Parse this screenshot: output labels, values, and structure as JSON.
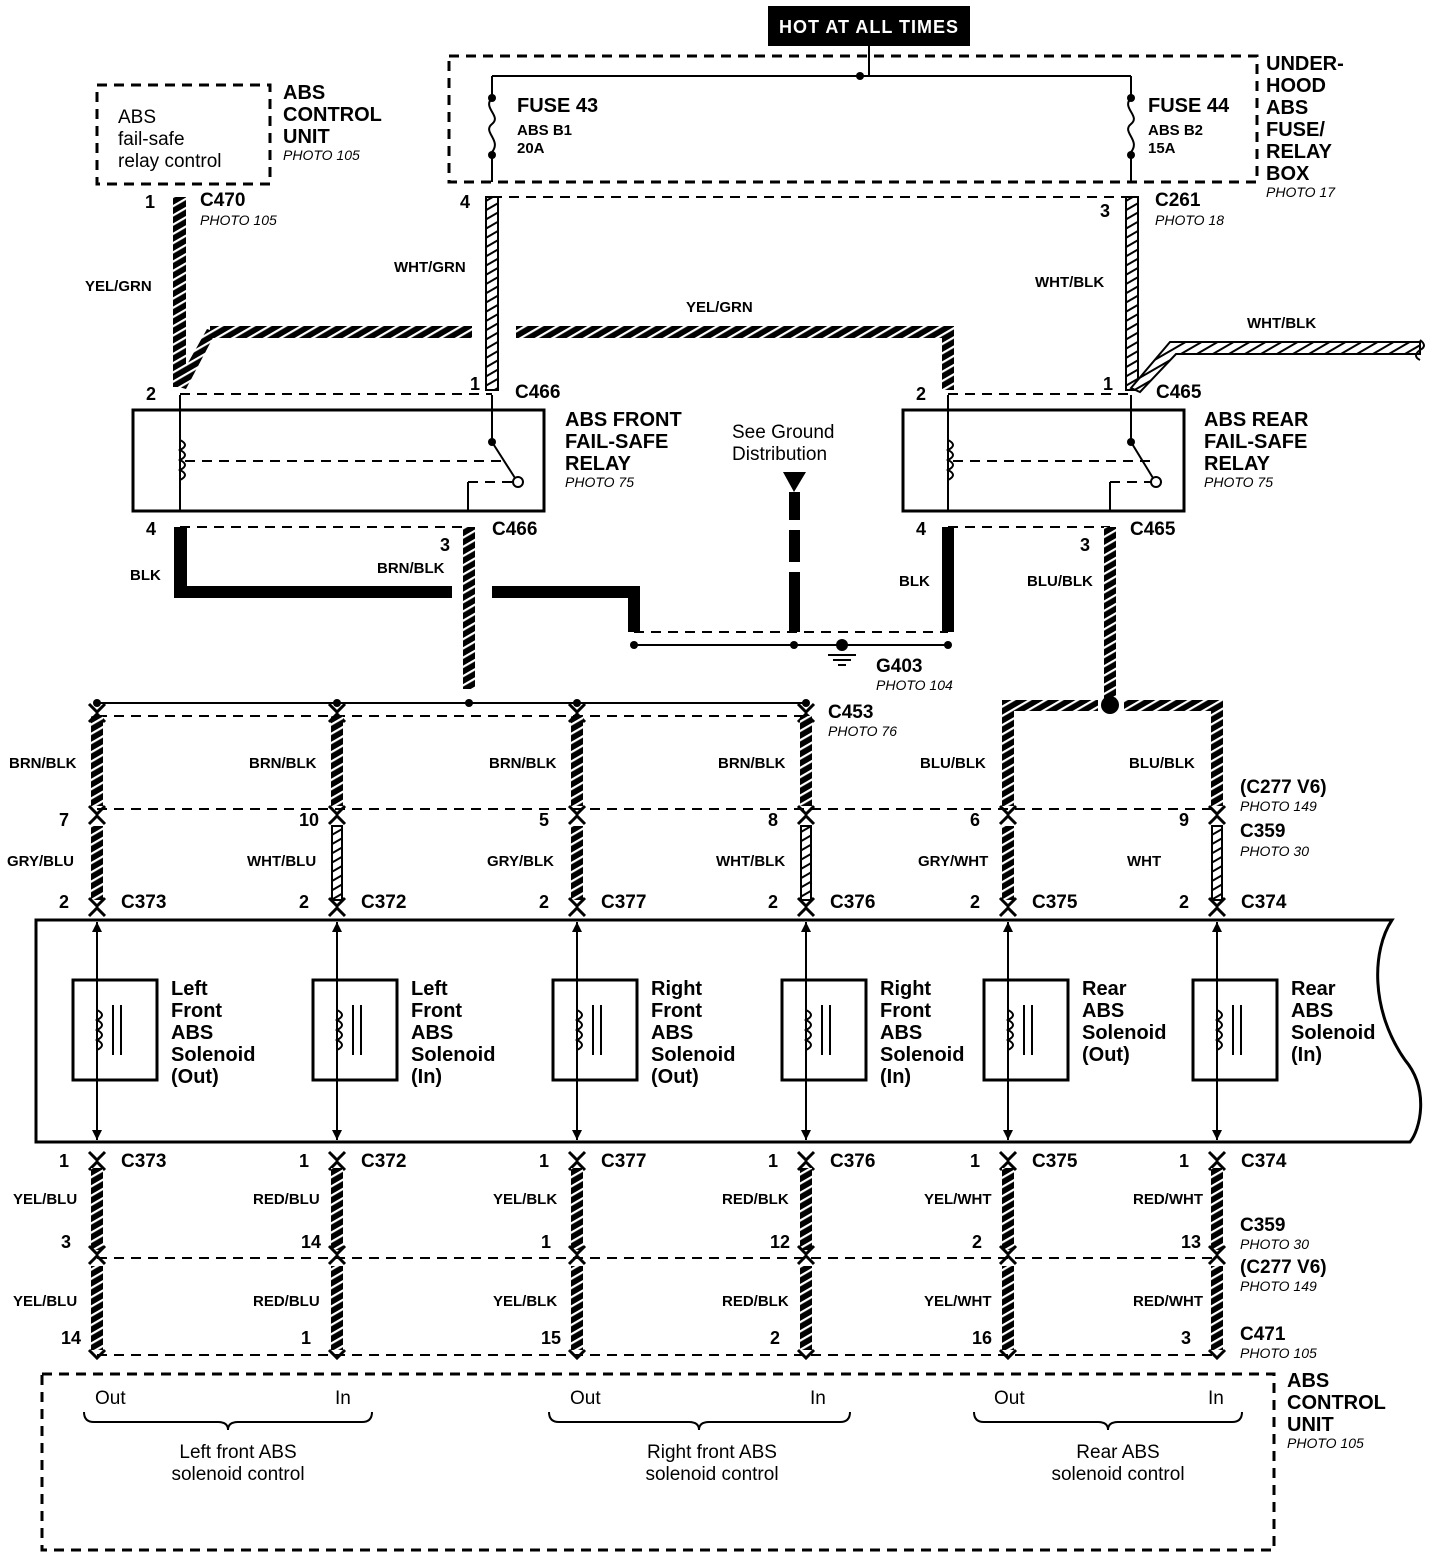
{
  "header": {
    "hot_label": "HOT AT ALL TIMES"
  },
  "fuse_box": {
    "title_lines": [
      "UNDER-",
      "HOOD",
      "ABS",
      "FUSE/",
      "RELAY",
      "BOX"
    ],
    "photo": "PHOTO 17",
    "fuse43": {
      "name": "FUSE 43",
      "circuit": "ABS B1",
      "rating": "20A"
    },
    "fuse44": {
      "name": "FUSE 44",
      "circuit": "ABS B2",
      "rating": "15A"
    }
  },
  "control_unit_top": {
    "inner_lines": [
      "ABS",
      "fail-safe",
      "relay control"
    ],
    "title_lines": [
      "ABS",
      "CONTROL",
      "UNIT"
    ],
    "photo": "PHOTO 105"
  },
  "connectors": {
    "c470": {
      "name": "C470",
      "photo": "PHOTO 105",
      "pin": "1"
    },
    "c261": {
      "name": "C261",
      "photo": "PHOTO 18",
      "pin_left": "4",
      "pin_right": "3"
    },
    "c466_top": {
      "name": "C466",
      "pin_left": "2",
      "pin_right": "1"
    },
    "c465_top": {
      "name": "C465",
      "pin_left": "2",
      "pin_right": "1"
    },
    "c466_bot": {
      "name": "C466",
      "pin_left": "4",
      "pin_right": "3"
    },
    "c465_bot": {
      "name": "C465",
      "pin_left": "4",
      "pin_right": "3"
    },
    "c453": {
      "name": "C453",
      "photo": "PHOTO 76"
    },
    "c277": {
      "name": "(C277 V6)",
      "photo": "PHOTO 149"
    },
    "c359": {
      "name": "C359",
      "photo": "PHOTO 30"
    },
    "c471": {
      "name": "C471",
      "photo": "PHOTO 105"
    }
  },
  "wires_top": {
    "c470_wire": "YEL/GRN",
    "fuse43_wire": "WHT/GRN",
    "cross_wire": "YEL/GRN",
    "fuse44_wire": "WHT/BLK",
    "branch_wire": "WHT/BLK",
    "front_gnd": "BLK",
    "front_out": "BRN/BLK",
    "rear_gnd": "BLK",
    "rear_out": "BLU/BLK"
  },
  "relays": {
    "front": {
      "lines": [
        "ABS FRONT",
        "FAIL-SAFE",
        "RELAY"
      ],
      "photo": "PHOTO 75"
    },
    "rear": {
      "lines": [
        "ABS REAR",
        "FAIL-SAFE",
        "RELAY"
      ],
      "photo": "PHOTO 75"
    }
  },
  "ground": {
    "note_lines": [
      "See Ground",
      "Distribution"
    ],
    "name": "G403",
    "photo": "PHOTO 104"
  },
  "solenoids": [
    {
      "label_lines": [
        "Left",
        "Front",
        "ABS",
        "Solenoid",
        "(Out)"
      ],
      "upper_wire": "BRN/BLK",
      "mid_pin": "7",
      "mid_wire": "GRY/BLU",
      "top_pin": "2",
      "connector": "C373",
      "bot_pin": "1",
      "lw1": "YEL/BLU",
      "pin_c359": "3",
      "lw2": "YEL/BLU",
      "pin_c471": "14"
    },
    {
      "label_lines": [
        "Left",
        "Front",
        "ABS",
        "Solenoid",
        "(In)"
      ],
      "upper_wire": "BRN/BLK",
      "mid_pin": "10",
      "mid_wire": "WHT/BLU",
      "top_pin": "2",
      "connector": "C372",
      "bot_pin": "1",
      "lw1": "RED/BLU",
      "pin_c359": "14",
      "lw2": "RED/BLU",
      "pin_c471": "1"
    },
    {
      "label_lines": [
        "Right",
        "Front",
        "ABS",
        "Solenoid",
        "(Out)"
      ],
      "upper_wire": "BRN/BLK",
      "mid_pin": "5",
      "mid_wire": "GRY/BLK",
      "top_pin": "2",
      "connector": "C377",
      "bot_pin": "1",
      "lw1": "YEL/BLK",
      "pin_c359": "1",
      "lw2": "YEL/BLK",
      "pin_c471": "15"
    },
    {
      "label_lines": [
        "Right",
        "Front",
        "ABS",
        "Solenoid",
        "(In)"
      ],
      "upper_wire": "BRN/BLK",
      "mid_pin": "8",
      "mid_wire": "WHT/BLK",
      "top_pin": "2",
      "connector": "C376",
      "bot_pin": "1",
      "lw1": "RED/BLK",
      "pin_c359": "12",
      "lw2": "RED/BLK",
      "pin_c471": "2"
    },
    {
      "label_lines": [
        "Rear",
        "ABS",
        "Solenoid",
        "(Out)"
      ],
      "upper_wire": "BLU/BLK",
      "mid_pin": "6",
      "mid_wire": "GRY/WHT",
      "top_pin": "2",
      "connector": "C375",
      "bot_pin": "1",
      "lw1": "YEL/WHT",
      "pin_c359": "2",
      "lw2": "YEL/WHT",
      "pin_c471": "16"
    },
    {
      "label_lines": [
        "Rear",
        "ABS",
        "Solenoid",
        "(In)"
      ],
      "upper_wire": "BLU/BLK",
      "mid_pin": "9",
      "mid_wire": "WHT",
      "top_pin": "2",
      "connector": "C374",
      "bot_pin": "1",
      "lw1": "RED/WHT",
      "pin_c359": "13",
      "lw2": "RED/WHT",
      "pin_c471": "3"
    }
  ],
  "control_unit_bottom": {
    "title_lines": [
      "ABS",
      "CONTROL",
      "UNIT"
    ],
    "photo": "PHOTO 105",
    "groups": [
      {
        "out": "Out",
        "in": "In",
        "lines": [
          "Left front ABS",
          "solenoid control"
        ]
      },
      {
        "out": "Out",
        "in": "In",
        "lines": [
          "Right front ABS",
          "solenoid control"
        ]
      },
      {
        "out": "Out",
        "in": "In",
        "lines": [
          "Rear ABS",
          "solenoid control"
        ]
      }
    ]
  }
}
